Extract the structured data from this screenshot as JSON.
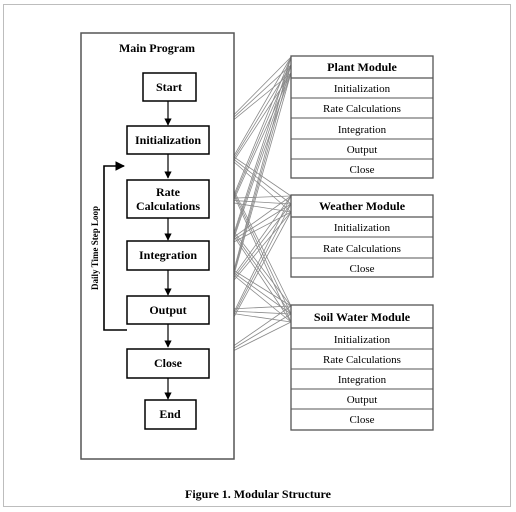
{
  "main_program": {
    "title": "Main Program",
    "steps": [
      "Start",
      "Initialization",
      "Rate",
      "Calculations",
      "Integration",
      "Output",
      "Close",
      "End"
    ],
    "loop_label": "Daily Time Step Loop"
  },
  "modules": [
    {
      "title": "Plant Module",
      "items": [
        "Initialization",
        "Rate Calculations",
        "Integration",
        "Output",
        "Close"
      ]
    },
    {
      "title": "Weather Module",
      "items": [
        "Initialization",
        "Rate Calculations",
        "Close"
      ]
    },
    {
      "title": "Soil Water Module",
      "items": [
        "Initialization",
        "Rate Calculations",
        "Integration",
        "Output",
        "Close"
      ]
    }
  ],
  "caption": "Figure 1.  Modular Structure"
}
